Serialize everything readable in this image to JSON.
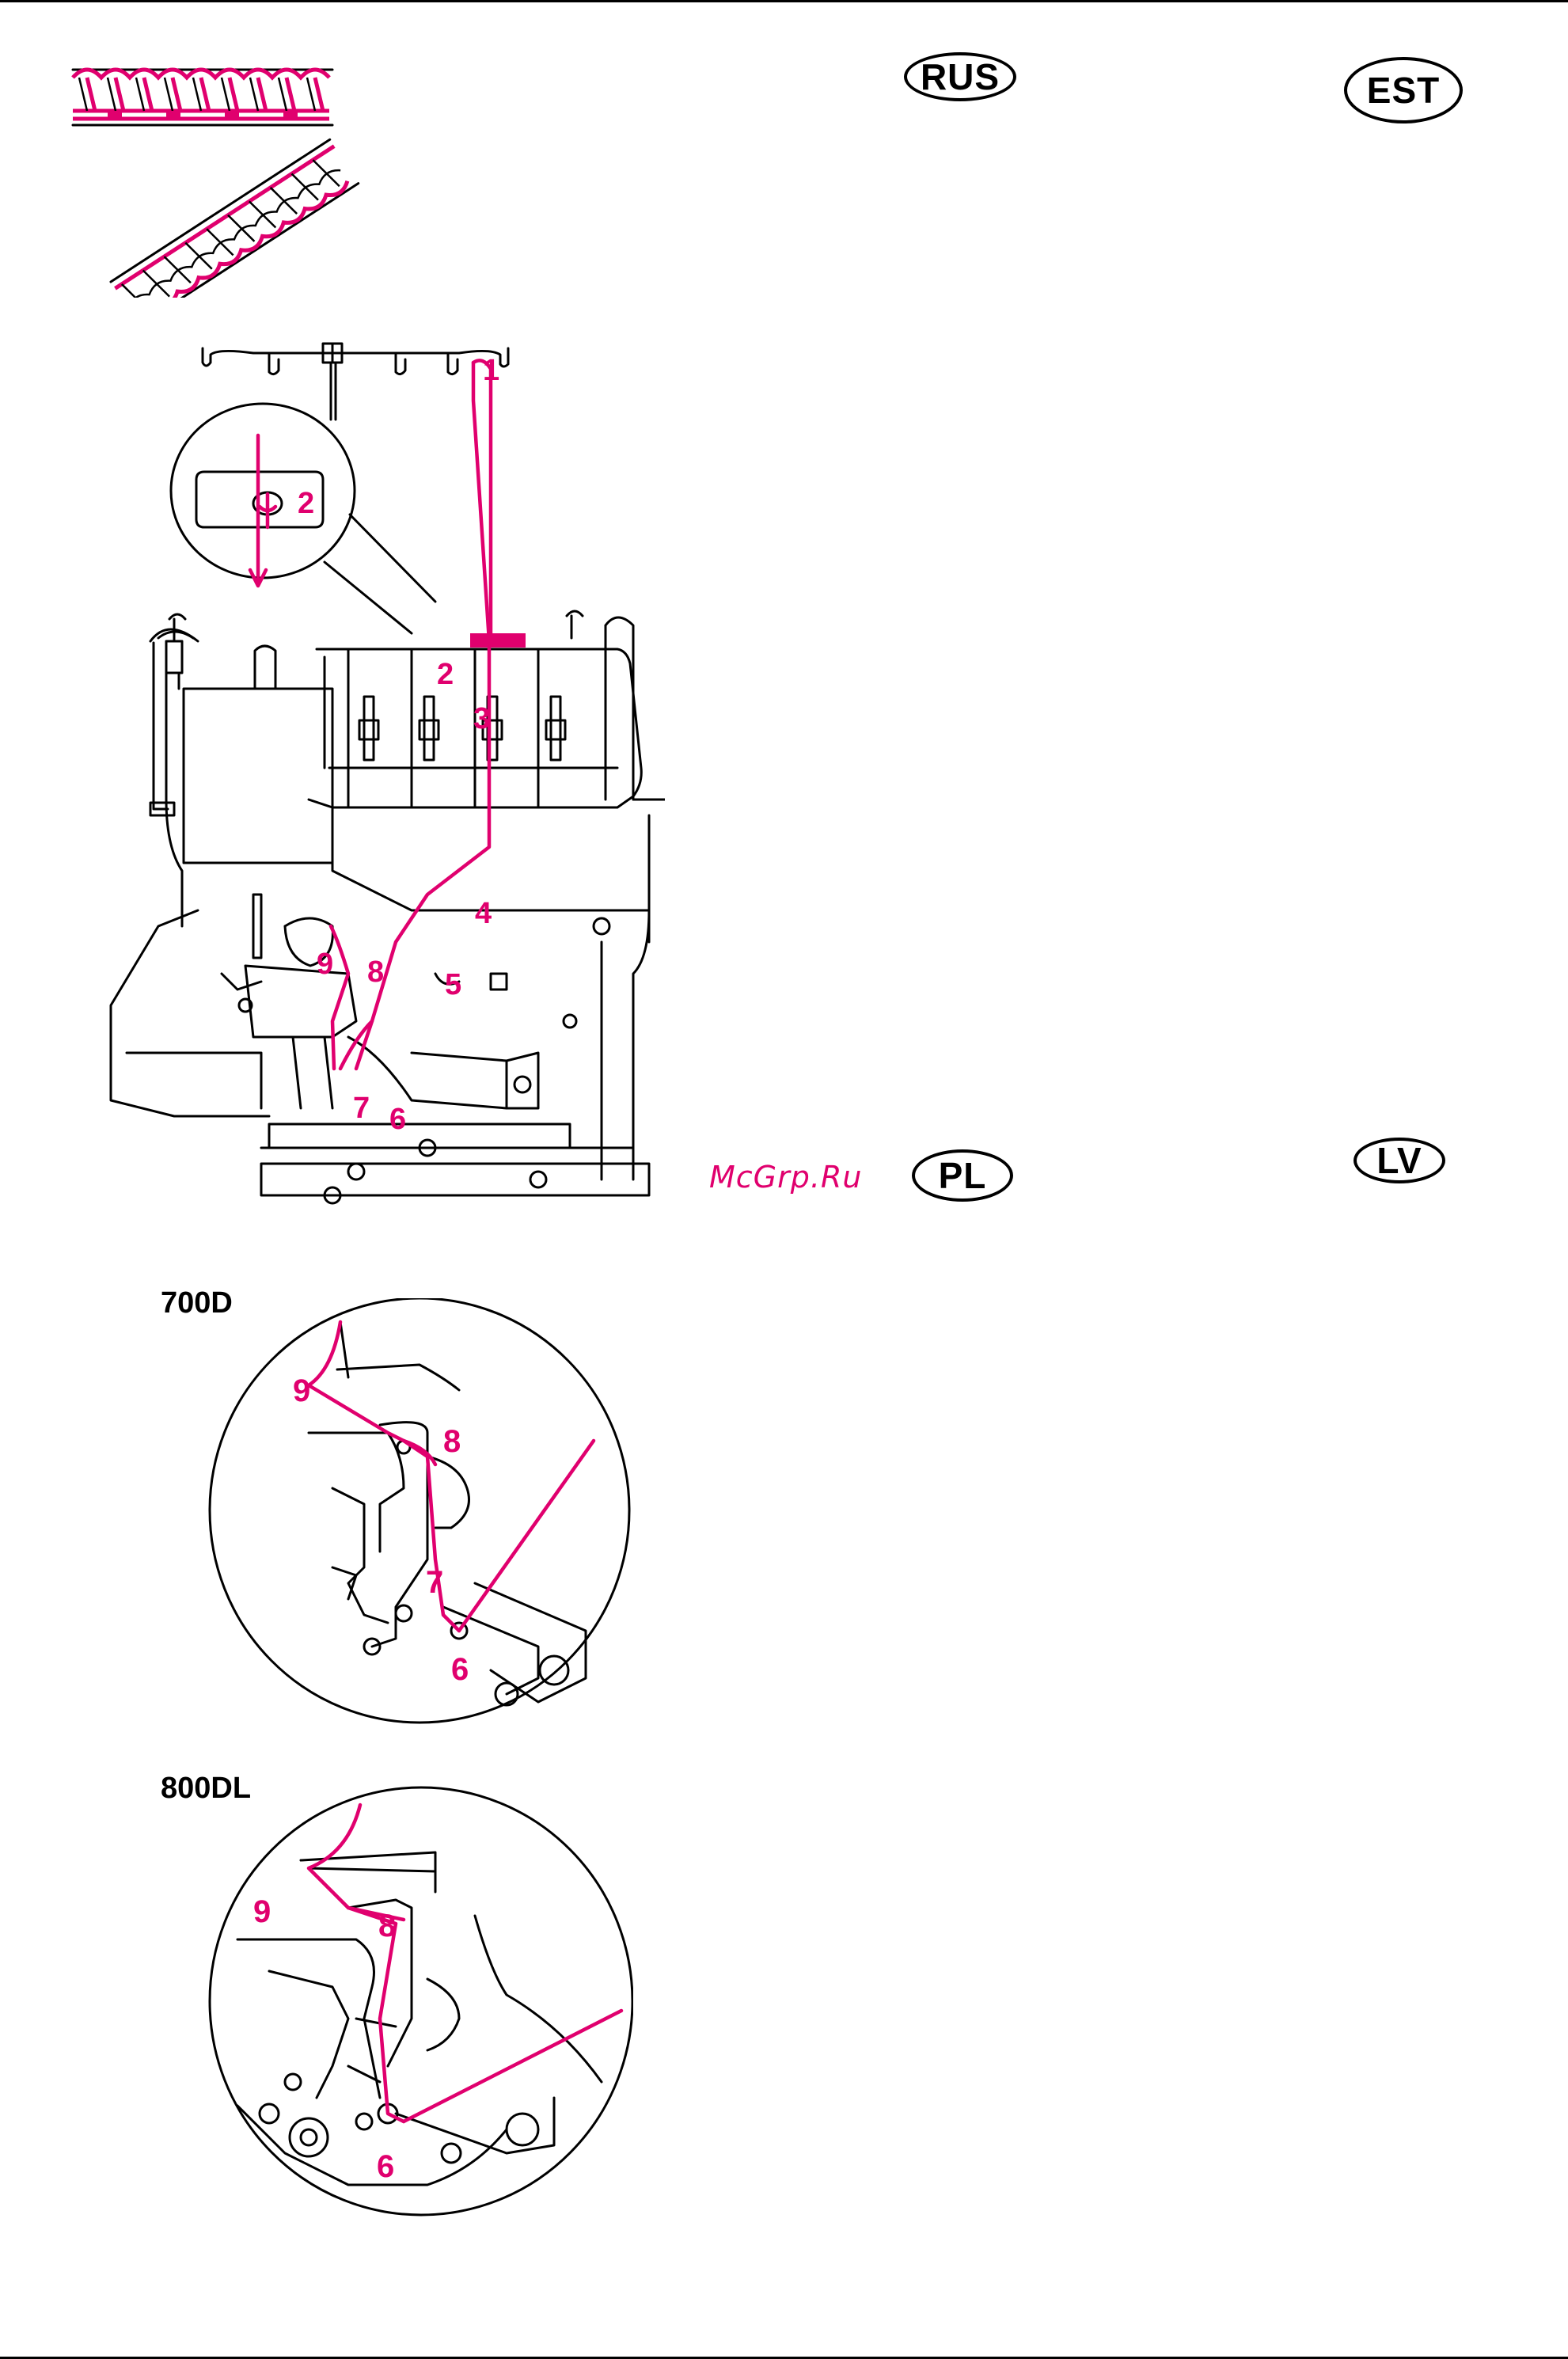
{
  "language_badges": {
    "rus": "RUS",
    "est": "EST",
    "pl": "PL",
    "lv": "LV"
  },
  "watermark": "McGrp.Ru",
  "models": {
    "first": "700D",
    "second": "800DL"
  },
  "main_diagram_labels": [
    "1",
    "2",
    "2",
    "3",
    "4",
    "5",
    "6",
    "7",
    "8",
    "9"
  ],
  "detail_700d_labels": [
    "9",
    "8",
    "7",
    "6"
  ],
  "detail_800dl_labels": [
    "9",
    "8",
    "6"
  ],
  "colors": {
    "thread": "#e0006e",
    "line": "#000000",
    "background": "#ffffff"
  }
}
